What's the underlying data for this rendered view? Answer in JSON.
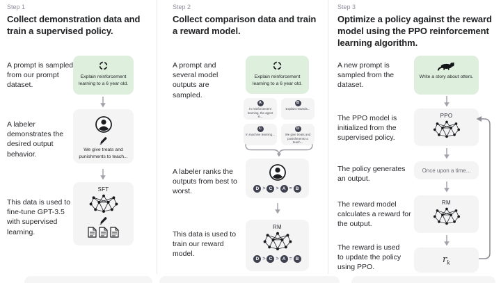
{
  "colors": {
    "green_card": "#def0dd",
    "gray_card": "#f4f4f5",
    "text_dark": "#202123",
    "step_label_gray": "#8e8ea0",
    "dot_dark": "#3f4150",
    "arrow_gray": "#a2a2ac"
  },
  "icons": {
    "prompt_sampling": "cycle-arrows-icon",
    "labeler": "person-icon",
    "writing": "pencil-icon",
    "demonstrations": "documents-icon",
    "model": "neural-network-icon",
    "otter": "otter-icon",
    "flow": "down-arrow-icon",
    "grouping": "curly-brace-icon",
    "feedback_loop": "loop-arrow-icon"
  },
  "step1": {
    "label": "Step 1",
    "title": "Collect demonstration data and train a supervised policy.",
    "text1": "A prompt is sampled from our prompt dataset.",
    "prompt_card": "Explain reinforcement learning to a 6 year old.",
    "text2": "A labeler demonstrates the desired output behavior.",
    "labeler_card": "We give treats and punishments to teach...",
    "text3": "This data is used to fine-tune GPT-3.5 with supervised learning.",
    "model_label": "SFT"
  },
  "step2": {
    "label": "Step 2",
    "title": "Collect comparison data and train a reward model.",
    "text1": "A prompt and several model outputs are sampled.",
    "prompt_card": "Explain reinforcement learning to a 6 year old.",
    "outputs": [
      {
        "label": "A",
        "text": "In reinforcement learning, the agent is..."
      },
      {
        "label": "B",
        "text": "Explain rewards..."
      },
      {
        "label": "C",
        "text": "In machine learning..."
      },
      {
        "label": "D",
        "text": "We give treats and punishments to teach..."
      }
    ],
    "text2": "A labeler ranks the outputs from best to worst.",
    "ranking": [
      "D",
      ">",
      "C",
      ">",
      "A",
      "=",
      "B"
    ],
    "text3": "This data is used to train our reward model.",
    "model_label": "RM"
  },
  "step3": {
    "label": "Step 3",
    "title": "Optimize a policy against the reward model using the PPO reinforcement learning algorithm.",
    "text1": "A new prompt is sampled from the dataset.",
    "prompt_card": "Write a story about otters.",
    "text2": "The PPO model is initialized from the supervised policy.",
    "ppo_label": "PPO",
    "text3": "The policy generates an output.",
    "output_card": "Once upon a time...",
    "text4": "The reward model calculates a reward for the output.",
    "rm_label": "RM",
    "text5": "The reward is used to update the policy using PPO.",
    "reward_base": "r",
    "reward_sub": "k"
  }
}
